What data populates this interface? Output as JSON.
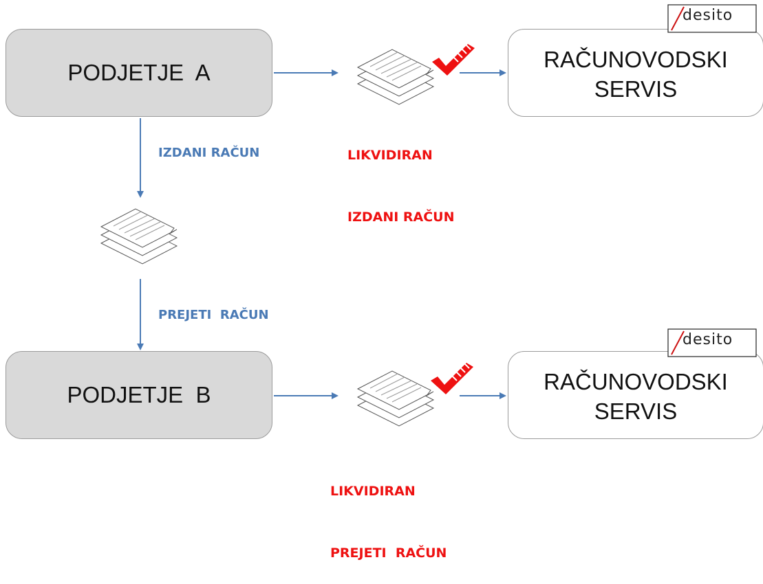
{
  "company_a": {
    "label": "PODJETJE  A"
  },
  "company_b": {
    "label": "PODJETJE  B"
  },
  "accounting_service_top": {
    "line1": "RAČUNOVODSKI",
    "line2": "SERVIS"
  },
  "accounting_service_bottom": {
    "line1": "RAČUNOVODSKI",
    "line2": "SERVIS"
  },
  "flow_labels": {
    "issued_invoice": "IZDANI RAČUN",
    "received_invoice": "PREJETI  RAČUN"
  },
  "status_labels": {
    "top_line1": "LIKVIDIRAN",
    "top_line2": "IZDANI RAČUN",
    "bottom_line1": "LIKVIDIRAN",
    "bottom_line2": "PREJETI  RAČUN"
  },
  "logo": {
    "text": "desito"
  },
  "icons": {
    "document": "document-stack-icon",
    "check": "checkmark-icon"
  },
  "colors": {
    "arrow": "#4a7ab5",
    "label_blue": "#4a7ab5",
    "label_red": "#ee1111",
    "company_fill": "#d9d9d9",
    "check_red": "#ee1111"
  }
}
